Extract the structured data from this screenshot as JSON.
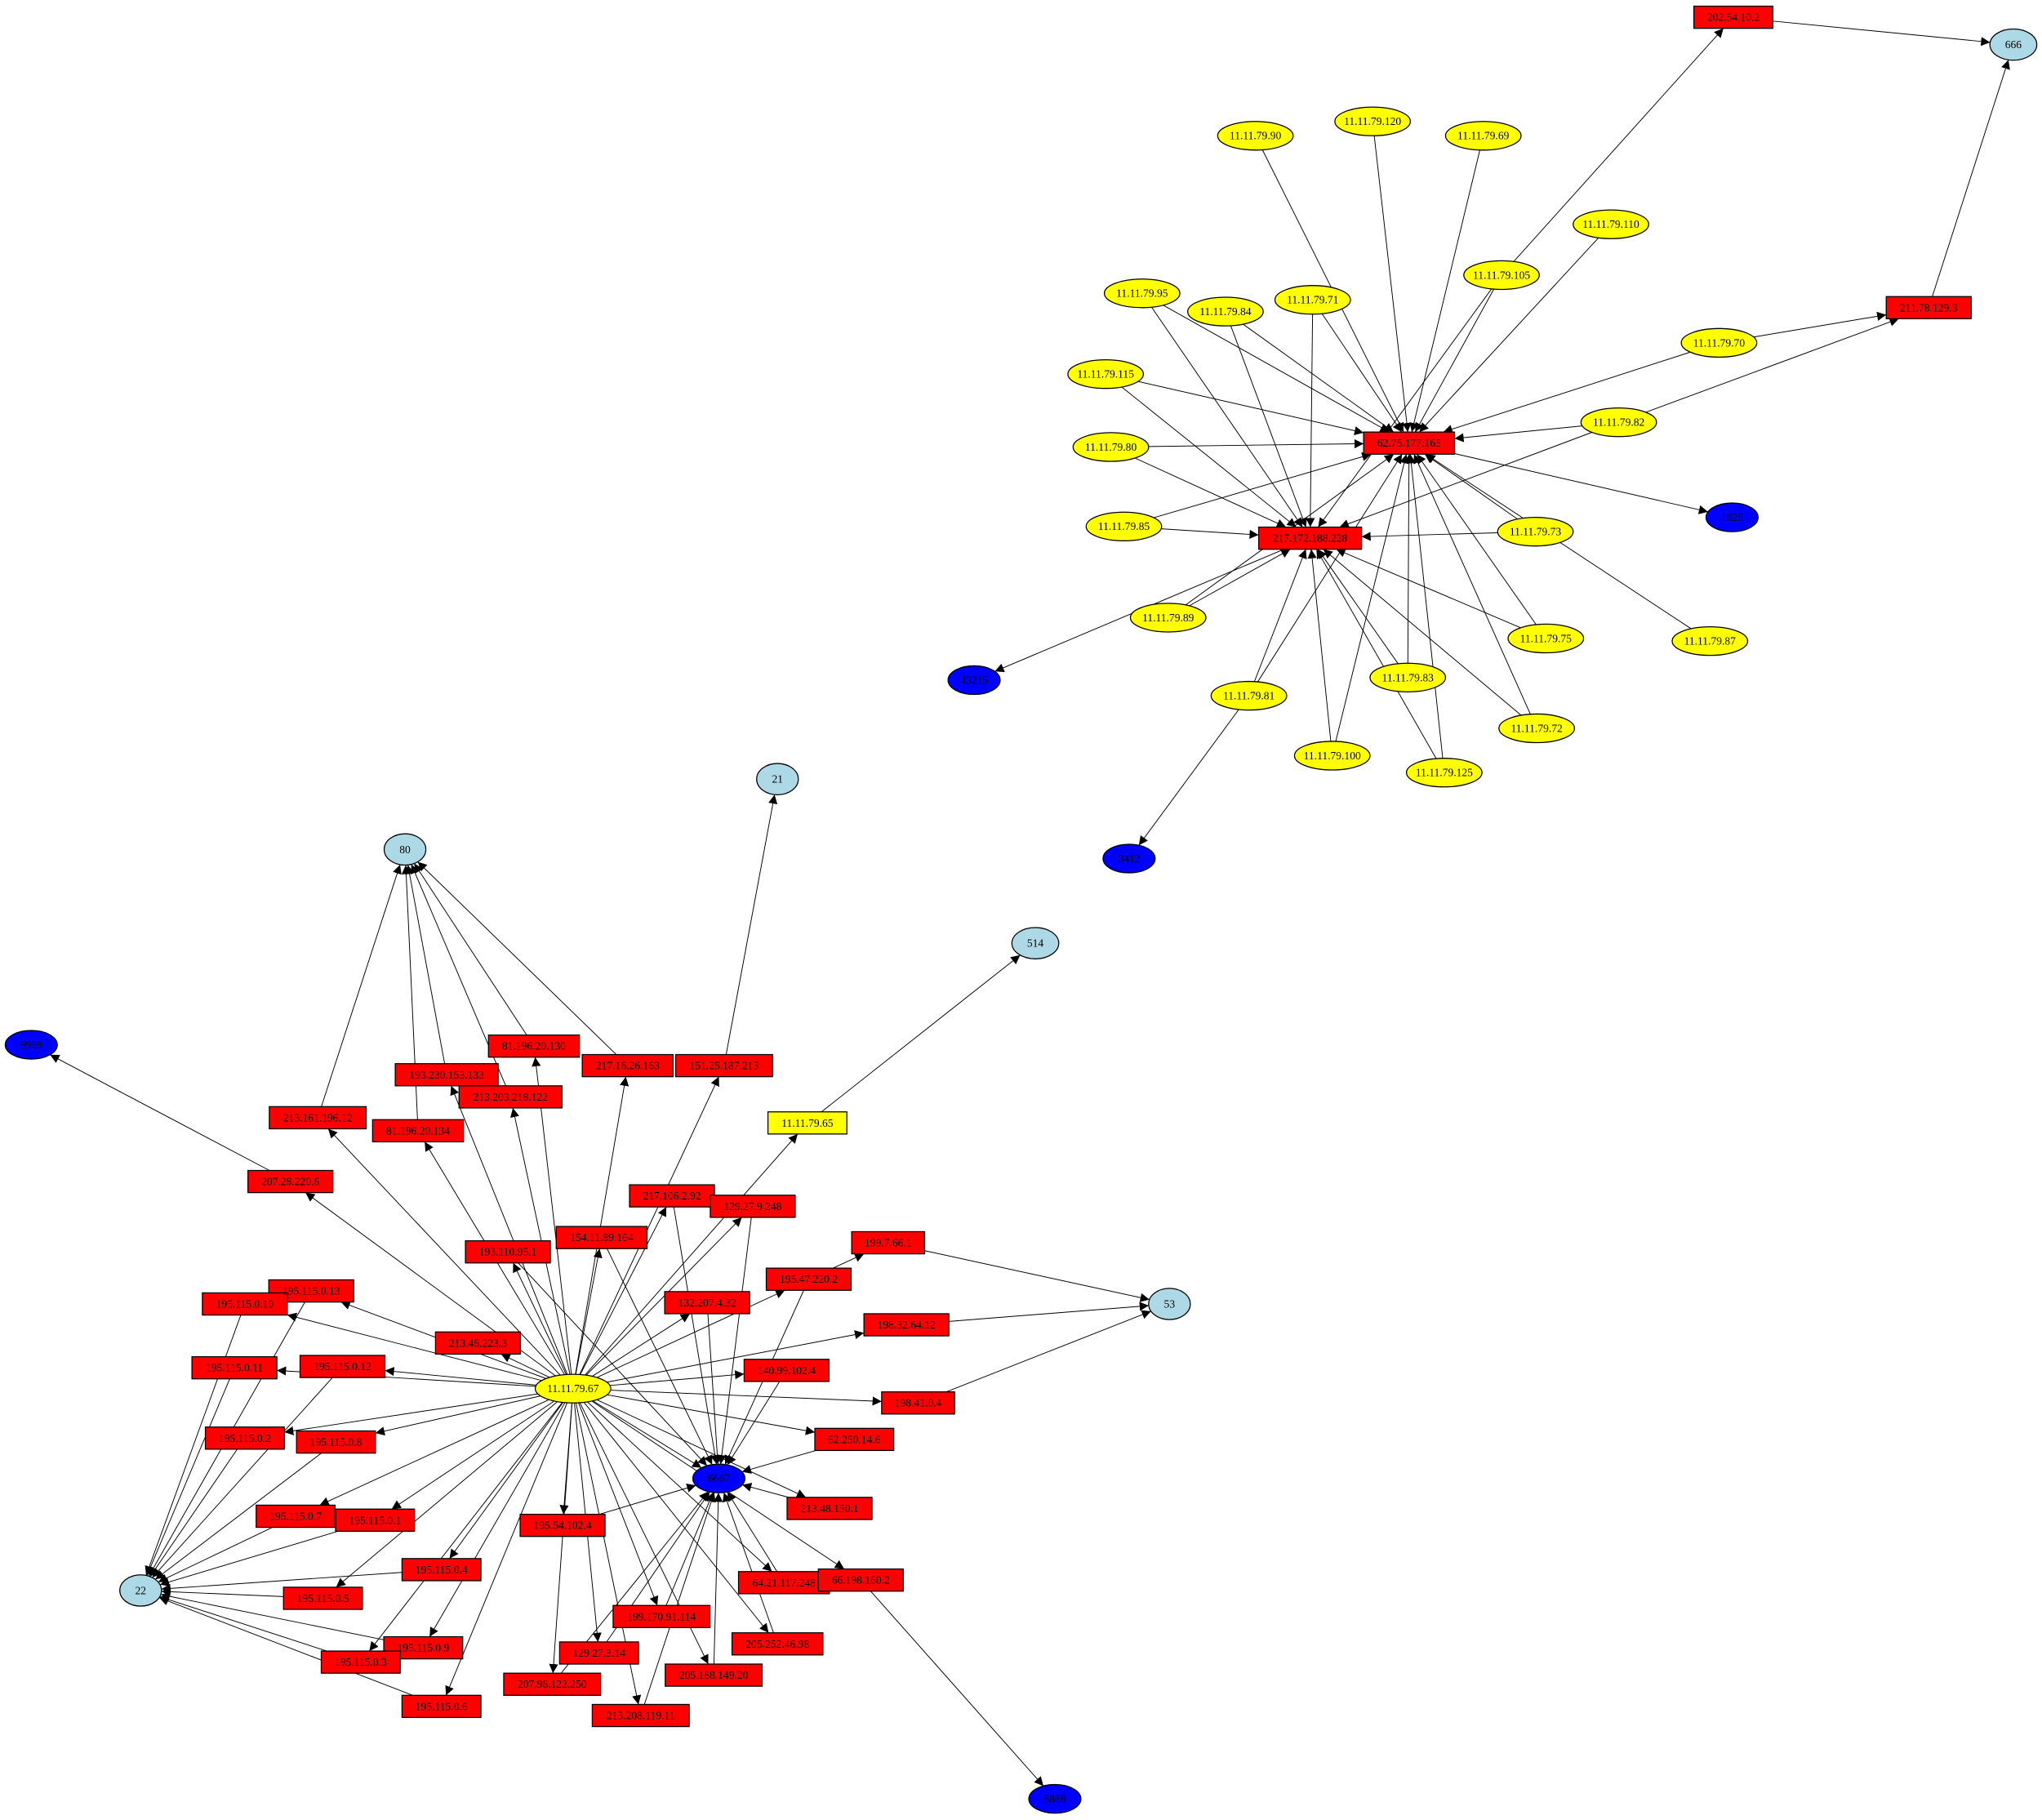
{
  "title": "Network connection graph",
  "colors": {
    "attacker": "#ffff00",
    "remote": "#ff0000",
    "port": "#add8e6",
    "suspicious_port": "#0000ff",
    "background": "#ffffff",
    "edge": "#000000"
  },
  "nodes": [
    {
      "id": "11.11.79.67",
      "kind": "attacker",
      "shape": "ellipse"
    },
    {
      "id": "6667",
      "kind": "suspicious_port",
      "shape": "ellipse"
    },
    {
      "id": "22",
      "kind": "port",
      "shape": "ellipse"
    },
    {
      "id": "80",
      "kind": "port",
      "shape": "ellipse"
    },
    {
      "id": "21",
      "kind": "port",
      "shape": "ellipse"
    },
    {
      "id": "514",
      "kind": "port",
      "shape": "ellipse"
    },
    {
      "id": "53",
      "kind": "port",
      "shape": "ellipse"
    },
    {
      "id": "9969",
      "kind": "suspicious_port",
      "shape": "ellipse"
    },
    {
      "id": "8888",
      "kind": "suspicious_port",
      "shape": "ellipse"
    },
    {
      "id": "207.28.220.6",
      "kind": "remote",
      "shape": "box"
    },
    {
      "id": "213.161.196.12",
      "kind": "remote",
      "shape": "box"
    },
    {
      "id": "81.196.20.134",
      "kind": "remote",
      "shape": "box"
    },
    {
      "id": "193.230.153.133",
      "kind": "remote",
      "shape": "box"
    },
    {
      "id": "213.203.218.122",
      "kind": "remote",
      "shape": "box"
    },
    {
      "id": "81.196.20.130",
      "kind": "remote",
      "shape": "box"
    },
    {
      "id": "217.16.26.163",
      "kind": "remote",
      "shape": "box"
    },
    {
      "id": "151.25.187.213",
      "kind": "remote",
      "shape": "box"
    },
    {
      "id": "11.11.79.65",
      "kind": "attacker",
      "shape": "box"
    },
    {
      "id": "217.106.2.92",
      "kind": "remote",
      "shape": "box"
    },
    {
      "id": "129.27.9.248",
      "kind": "remote",
      "shape": "box"
    },
    {
      "id": "193.110.95.1",
      "kind": "remote",
      "shape": "box"
    },
    {
      "id": "154.11.89.164",
      "kind": "remote",
      "shape": "box"
    },
    {
      "id": "199.7.66.1",
      "kind": "remote",
      "shape": "box"
    },
    {
      "id": "195.47.220.2",
      "kind": "remote",
      "shape": "box"
    },
    {
      "id": "132.207.4.32",
      "kind": "remote",
      "shape": "box"
    },
    {
      "id": "198.32.64.12",
      "kind": "remote",
      "shape": "box"
    },
    {
      "id": "195.115.0.13",
      "kind": "remote",
      "shape": "box"
    },
    {
      "id": "195.115.0.10",
      "kind": "remote",
      "shape": "box"
    },
    {
      "id": "213.46.223.3",
      "kind": "remote",
      "shape": "box"
    },
    {
      "id": "195.115.0.11",
      "kind": "remote",
      "shape": "box"
    },
    {
      "id": "195.115.0.12",
      "kind": "remote",
      "shape": "box"
    },
    {
      "id": "140.99.102.4",
      "kind": "remote",
      "shape": "box"
    },
    {
      "id": "198.41.0.4",
      "kind": "remote",
      "shape": "box"
    },
    {
      "id": "195.115.0.2",
      "kind": "remote",
      "shape": "box"
    },
    {
      "id": "195.115.0.8",
      "kind": "remote",
      "shape": "box"
    },
    {
      "id": "62.250.14.6",
      "kind": "remote",
      "shape": "box"
    },
    {
      "id": "195.115.0.7",
      "kind": "remote",
      "shape": "box"
    },
    {
      "id": "195.115.0.1",
      "kind": "remote",
      "shape": "box"
    },
    {
      "id": "195.54.102.4",
      "kind": "remote",
      "shape": "box"
    },
    {
      "id": "213.48.150.1",
      "kind": "remote",
      "shape": "box"
    },
    {
      "id": "195.115.0.4",
      "kind": "remote",
      "shape": "box"
    },
    {
      "id": "195.115.0.5",
      "kind": "remote",
      "shape": "box"
    },
    {
      "id": "64.21.117.248",
      "kind": "remote",
      "shape": "box"
    },
    {
      "id": "66.198.160.2",
      "kind": "remote",
      "shape": "box"
    },
    {
      "id": "199.170.91.114",
      "kind": "remote",
      "shape": "box"
    },
    {
      "id": "195.115.0.9",
      "kind": "remote",
      "shape": "box"
    },
    {
      "id": "195.115.0.3",
      "kind": "remote",
      "shape": "box"
    },
    {
      "id": "129.27.3.14",
      "kind": "remote",
      "shape": "box"
    },
    {
      "id": "205.252.46.98",
      "kind": "remote",
      "shape": "box"
    },
    {
      "id": "207.96.122.250",
      "kind": "remote",
      "shape": "box"
    },
    {
      "id": "205.188.149.20",
      "kind": "remote",
      "shape": "box"
    },
    {
      "id": "195.115.0.6",
      "kind": "remote",
      "shape": "box"
    },
    {
      "id": "213.208.119.11",
      "kind": "remote",
      "shape": "box"
    },
    {
      "id": "202.54.10.2",
      "kind": "remote",
      "shape": "box"
    },
    {
      "id": "666",
      "kind": "port",
      "shape": "ellipse"
    },
    {
      "id": "211.78.129.3",
      "kind": "remote",
      "shape": "box"
    },
    {
      "id": "62.75.177.165",
      "kind": "remote",
      "shape": "box"
    },
    {
      "id": "217.172.188.228",
      "kind": "remote",
      "shape": "box"
    },
    {
      "id": "11.11.79.90",
      "kind": "attacker",
      "shape": "ellipse"
    },
    {
      "id": "11.11.79.120",
      "kind": "attacker",
      "shape": "ellipse"
    },
    {
      "id": "11.11.79.69",
      "kind": "attacker",
      "shape": "ellipse"
    },
    {
      "id": "11.11.79.110",
      "kind": "attacker",
      "shape": "ellipse"
    },
    {
      "id": "11.11.79.105",
      "kind": "attacker",
      "shape": "ellipse"
    },
    {
      "id": "11.11.79.95",
      "kind": "attacker",
      "shape": "ellipse"
    },
    {
      "id": "11.11.79.84",
      "kind": "attacker",
      "shape": "ellipse"
    },
    {
      "id": "11.11.79.71",
      "kind": "attacker",
      "shape": "ellipse"
    },
    {
      "id": "11.11.79.115",
      "kind": "attacker",
      "shape": "ellipse"
    },
    {
      "id": "11.11.79.70",
      "kind": "attacker",
      "shape": "ellipse"
    },
    {
      "id": "11.11.79.82",
      "kind": "attacker",
      "shape": "ellipse"
    },
    {
      "id": "11.11.79.80",
      "kind": "attacker",
      "shape": "ellipse"
    },
    {
      "id": "11.11.79.85",
      "kind": "attacker",
      "shape": "ellipse"
    },
    {
      "id": "11.11.79.73",
      "kind": "attacker",
      "shape": "ellipse"
    },
    {
      "id": "11.11.79.89",
      "kind": "attacker",
      "shape": "ellipse"
    },
    {
      "id": "11.11.79.75",
      "kind": "attacker",
      "shape": "ellipse"
    },
    {
      "id": "11.11.79.87",
      "kind": "attacker",
      "shape": "ellipse"
    },
    {
      "id": "11.11.79.83",
      "kind": "attacker",
      "shape": "ellipse"
    },
    {
      "id": "11.11.79.81",
      "kind": "attacker",
      "shape": "ellipse"
    },
    {
      "id": "11.11.79.72",
      "kind": "attacker",
      "shape": "ellipse"
    },
    {
      "id": "11.11.79.100",
      "kind": "attacker",
      "shape": "ellipse"
    },
    {
      "id": "11.11.79.125",
      "kind": "attacker",
      "shape": "ellipse"
    },
    {
      "id": "1026",
      "kind": "suspicious_port",
      "shape": "ellipse"
    },
    {
      "id": "43215",
      "kind": "suspicious_port",
      "shape": "ellipse"
    },
    {
      "id": "3412",
      "kind": "suspicious_port",
      "shape": "ellipse"
    }
  ],
  "edges": [
    [
      "11.11.79.67",
      "207.28.220.6"
    ],
    [
      "11.11.79.67",
      "213.161.196.12"
    ],
    [
      "11.11.79.67",
      "81.196.20.134"
    ],
    [
      "11.11.79.67",
      "193.230.153.133"
    ],
    [
      "11.11.79.67",
      "213.203.218.122"
    ],
    [
      "11.11.79.67",
      "81.196.20.130"
    ],
    [
      "11.11.79.67",
      "217.16.26.163"
    ],
    [
      "11.11.79.67",
      "151.25.187.213"
    ],
    [
      "11.11.79.67",
      "11.11.79.65"
    ],
    [
      "11.11.79.67",
      "217.106.2.92"
    ],
    [
      "11.11.79.67",
      "129.27.9.248"
    ],
    [
      "11.11.79.67",
      "193.110.95.1"
    ],
    [
      "11.11.79.67",
      "154.11.89.164"
    ],
    [
      "11.11.79.67",
      "195.47.220.2"
    ],
    [
      "11.11.79.67",
      "132.207.4.32"
    ],
    [
      "11.11.79.67",
      "198.32.64.12"
    ],
    [
      "11.11.79.67",
      "195.115.0.13"
    ],
    [
      "11.11.79.67",
      "195.115.0.10"
    ],
    [
      "11.11.79.67",
      "213.46.223.3"
    ],
    [
      "11.11.79.67",
      "195.115.0.11"
    ],
    [
      "11.11.79.67",
      "195.115.0.12"
    ],
    [
      "11.11.79.67",
      "140.99.102.4"
    ],
    [
      "11.11.79.67",
      "198.41.0.4"
    ],
    [
      "11.11.79.67",
      "195.115.0.2"
    ],
    [
      "11.11.79.67",
      "195.115.0.8"
    ],
    [
      "11.11.79.67",
      "62.250.14.6"
    ],
    [
      "11.11.79.67",
      "195.115.0.7"
    ],
    [
      "11.11.79.67",
      "195.115.0.1"
    ],
    [
      "11.11.79.67",
      "195.54.102.4"
    ],
    [
      "11.11.79.67",
      "213.48.150.1"
    ],
    [
      "11.11.79.67",
      "195.115.0.4"
    ],
    [
      "11.11.79.67",
      "195.115.0.5"
    ],
    [
      "11.11.79.67",
      "64.21.117.248"
    ],
    [
      "11.11.79.67",
      "66.198.160.2"
    ],
    [
      "11.11.79.67",
      "199.170.91.114"
    ],
    [
      "11.11.79.67",
      "195.115.0.9"
    ],
    [
      "11.11.79.67",
      "195.115.0.3"
    ],
    [
      "11.11.79.67",
      "129.27.3.14"
    ],
    [
      "11.11.79.67",
      "205.252.46.98"
    ],
    [
      "11.11.79.67",
      "207.96.122.250"
    ],
    [
      "11.11.79.67",
      "205.188.149.20"
    ],
    [
      "11.11.79.67",
      "195.115.0.6"
    ],
    [
      "11.11.79.67",
      "213.208.119.11"
    ],
    [
      "11.11.79.67",
      "6667"
    ],
    [
      "195.47.220.2",
      "199.7.66.1"
    ],
    [
      "207.28.220.6",
      "9969"
    ],
    [
      "151.25.187.213",
      "21"
    ],
    [
      "11.11.79.65",
      "514"
    ],
    [
      "66.198.160.2",
      "8888"
    ],
    [
      "213.161.196.12",
      "80"
    ],
    [
      "81.196.20.134",
      "80"
    ],
    [
      "193.230.153.133",
      "80"
    ],
    [
      "213.203.218.122",
      "80"
    ],
    [
      "81.196.20.130",
      "80"
    ],
    [
      "217.16.26.163",
      "80"
    ],
    [
      "199.7.66.1",
      "53"
    ],
    [
      "198.32.64.12",
      "53"
    ],
    [
      "198.41.0.4",
      "53"
    ],
    [
      "195.115.0.13",
      "22"
    ],
    [
      "195.115.0.10",
      "22"
    ],
    [
      "195.115.0.11",
      "22"
    ],
    [
      "195.115.0.12",
      "22"
    ],
    [
      "195.115.0.2",
      "22"
    ],
    [
      "195.115.0.8",
      "22"
    ],
    [
      "195.115.0.7",
      "22"
    ],
    [
      "195.115.0.1",
      "22"
    ],
    [
      "195.115.0.4",
      "22"
    ],
    [
      "195.115.0.5",
      "22"
    ],
    [
      "195.115.0.9",
      "22"
    ],
    [
      "195.115.0.3",
      "22"
    ],
    [
      "195.115.0.6",
      "22"
    ],
    [
      "217.106.2.92",
      "6667"
    ],
    [
      "129.27.9.248",
      "6667"
    ],
    [
      "132.207.4.32",
      "6667"
    ],
    [
      "195.47.220.2",
      "6667"
    ],
    [
      "154.11.89.164",
      "6667"
    ],
    [
      "193.110.95.1",
      "6667"
    ],
    [
      "140.99.102.4",
      "6667"
    ],
    [
      "62.250.14.6",
      "6667"
    ],
    [
      "213.48.150.1",
      "6667"
    ],
    [
      "195.54.102.4",
      "6667"
    ],
    [
      "64.21.117.248",
      "6667"
    ],
    [
      "199.170.91.114",
      "6667"
    ],
    [
      "129.27.3.14",
      "6667"
    ],
    [
      "205.252.46.98",
      "6667"
    ],
    [
      "207.96.122.250",
      "6667"
    ],
    [
      "205.188.149.20",
      "6667"
    ],
    [
      "213.208.119.11",
      "6667"
    ],
    [
      "202.54.10.2",
      "666"
    ],
    [
      "211.78.129.3",
      "666"
    ],
    [
      "11.11.79.105",
      "202.54.10.2"
    ],
    [
      "11.11.79.70",
      "211.78.129.3"
    ],
    [
      "11.11.79.82",
      "211.78.129.3"
    ],
    [
      "62.75.177.165",
      "1026"
    ],
    [
      "217.172.188.228",
      "43215"
    ],
    [
      "11.11.79.81",
      "3412"
    ],
    [
      "11.11.79.90",
      "62.75.177.165"
    ],
    [
      "11.11.79.120",
      "62.75.177.165"
    ],
    [
      "11.11.79.69",
      "62.75.177.165"
    ],
    [
      "11.11.79.110",
      "62.75.177.165"
    ],
    [
      "11.11.79.105",
      "62.75.177.165"
    ],
    [
      "11.11.79.105",
      "217.172.188.228"
    ],
    [
      "11.11.79.95",
      "62.75.177.165"
    ],
    [
      "11.11.79.95",
      "217.172.188.228"
    ],
    [
      "11.11.79.84",
      "62.75.177.165"
    ],
    [
      "11.11.79.84",
      "217.172.188.228"
    ],
    [
      "11.11.79.71",
      "62.75.177.165"
    ],
    [
      "11.11.79.71",
      "217.172.188.228"
    ],
    [
      "11.11.79.115",
      "62.75.177.165"
    ],
    [
      "11.11.79.115",
      "217.172.188.228"
    ],
    [
      "11.11.79.70",
      "62.75.177.165"
    ],
    [
      "11.11.79.82",
      "62.75.177.165"
    ],
    [
      "11.11.79.82",
      "217.172.188.228"
    ],
    [
      "11.11.79.80",
      "62.75.177.165"
    ],
    [
      "11.11.79.80",
      "217.172.188.228"
    ],
    [
      "11.11.79.85",
      "62.75.177.165"
    ],
    [
      "11.11.79.85",
      "217.172.188.228"
    ],
    [
      "11.11.79.73",
      "62.75.177.165"
    ],
    [
      "11.11.79.73",
      "217.172.188.228"
    ],
    [
      "11.11.79.89",
      "62.75.177.165"
    ],
    [
      "11.11.79.89",
      "217.172.188.228"
    ],
    [
      "11.11.79.75",
      "62.75.177.165"
    ],
    [
      "11.11.79.75",
      "217.172.188.228"
    ],
    [
      "11.11.79.87",
      "62.75.177.165"
    ],
    [
      "11.11.79.83",
      "62.75.177.165"
    ],
    [
      "11.11.79.83",
      "217.172.188.228"
    ],
    [
      "11.11.79.81",
      "62.75.177.165"
    ],
    [
      "11.11.79.81",
      "217.172.188.228"
    ],
    [
      "11.11.79.72",
      "62.75.177.165"
    ],
    [
      "11.11.79.72",
      "217.172.188.228"
    ],
    [
      "11.11.79.100",
      "62.75.177.165"
    ],
    [
      "11.11.79.100",
      "217.172.188.228"
    ],
    [
      "11.11.79.125",
      "62.75.177.165"
    ],
    [
      "11.11.79.125",
      "217.172.188.228"
    ]
  ]
}
